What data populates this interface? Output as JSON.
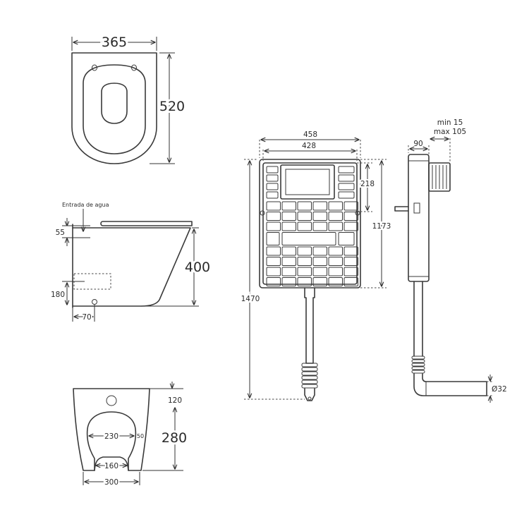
{
  "top_view": {
    "width": "365",
    "length": "520"
  },
  "side_view": {
    "water_inlet": "Entrada de agua",
    "inlet_height": "55",
    "height": "400",
    "outlet_height": "180",
    "outlet_offset": "70"
  },
  "bottom_view": {
    "d120": "120",
    "d230": "230",
    "d50": "50",
    "d280": "280",
    "d160": "160",
    "d300": "300"
  },
  "frame_front": {
    "outer_width": "458",
    "inner_width": "428",
    "panel_height": "218",
    "tank_height": "1173",
    "total_height": "1470"
  },
  "frame_side": {
    "depth": "90",
    "adjust_min": "min 15",
    "adjust_max": "max 105",
    "pipe_diameter": "Ø32"
  }
}
